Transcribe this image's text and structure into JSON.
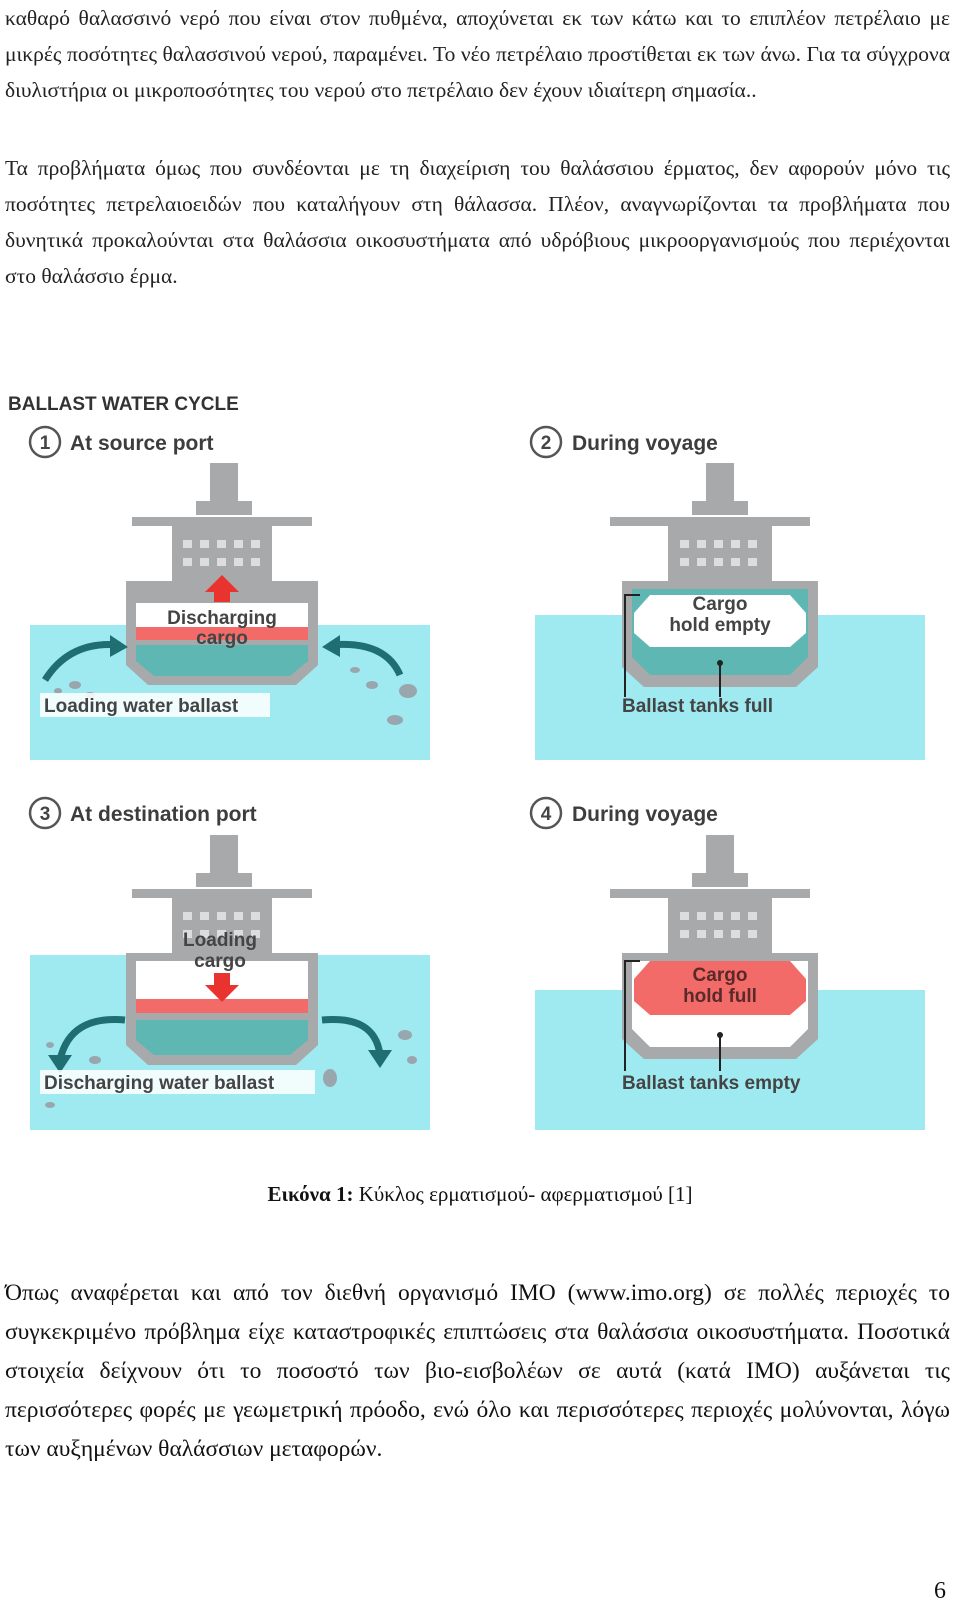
{
  "paragraphs": [
    "καθαρό θαλασσινό νερό που είναι στον πυθμένα, απoχύνεται εκ των κάτω και το επιπλέον πετρέλαιο με μικρές ποσότητες θαλασσινού νερού, παραμένει. Το νέο πετρέλαιο προστίθεται εκ των άνω. Για τα σύγχρονα διυλιστήρια οι μικροποσότητες του νερού στο πετρέλαιο δεν έχουν ιδιαίτερη σημασία..",
    "Τα προβλήματα όμως που συνδέονται με τη διαχείριση του θαλάσσιου έρματος, δεν αφορούν μόνο τις ποσότητες πετρελαιοειδών που καταλήγουν στη θάλασσα. Πλέον, αναγνωρίζονται τα προβλήματα που δυνητικά προκαλούνται στα θαλάσσια οικοσυστήματα από υδρόβιους μικροοργανισμούς που περιέχονται στο θαλάσσιο έρμα.",
    "Όπως αναφέρεται και από τον διεθνή οργανισμό IMO (www.imo.org) σε πολλές περιοχές το συγκεκριμένο πρόβλημα είχε καταστροφικές επιπτώσεις στα θαλάσσια οικοσυστήματα. Ποσοτικά στοιχεία δείχνουν ότι το ποσοστό των βιο-εισβολέων σε αυτά (κατά ΙΜΟ) αυξάνεται τις περισσότερες φορές με γεωμετρική πρόοδο, ενώ όλο και περισσότερες περιοχές μολύνονται, λόγω των αυξημένων θαλάσσιων μεταφορών."
  ],
  "figure": {
    "title": "BALLAST WATER CYCLE",
    "panels": [
      {
        "num": "1",
        "heading": "At source port",
        "cargo_label": [
          "Discharging",
          "cargo"
        ],
        "side_label": "Loading water ballast"
      },
      {
        "num": "2",
        "heading": "During voyage",
        "cargo_label": [
          "Cargo",
          "hold empty"
        ],
        "side_label": "Ballast tanks full"
      },
      {
        "num": "3",
        "heading": "At destination port",
        "cargo_label": [
          "Loading",
          "cargo"
        ],
        "side_label": "Discharging water ballast"
      },
      {
        "num": "4",
        "heading": "During voyage",
        "cargo_label": [
          "Cargo",
          "hold full"
        ],
        "side_label": "Ballast tanks empty"
      }
    ],
    "colors": {
      "water": "#9eeaf0",
      "ballast": "#5fb7b4",
      "cargo": "#f26b68",
      "ship": "#a7a9aa",
      "arrow_red": "#e8332e",
      "arrow_teal": "#1f6f72"
    }
  },
  "caption": {
    "bold": "Εικόνα 1:",
    "text": " Κύκλος ερματισμού- αφερματισμού [1]"
  },
  "page_number": "6"
}
